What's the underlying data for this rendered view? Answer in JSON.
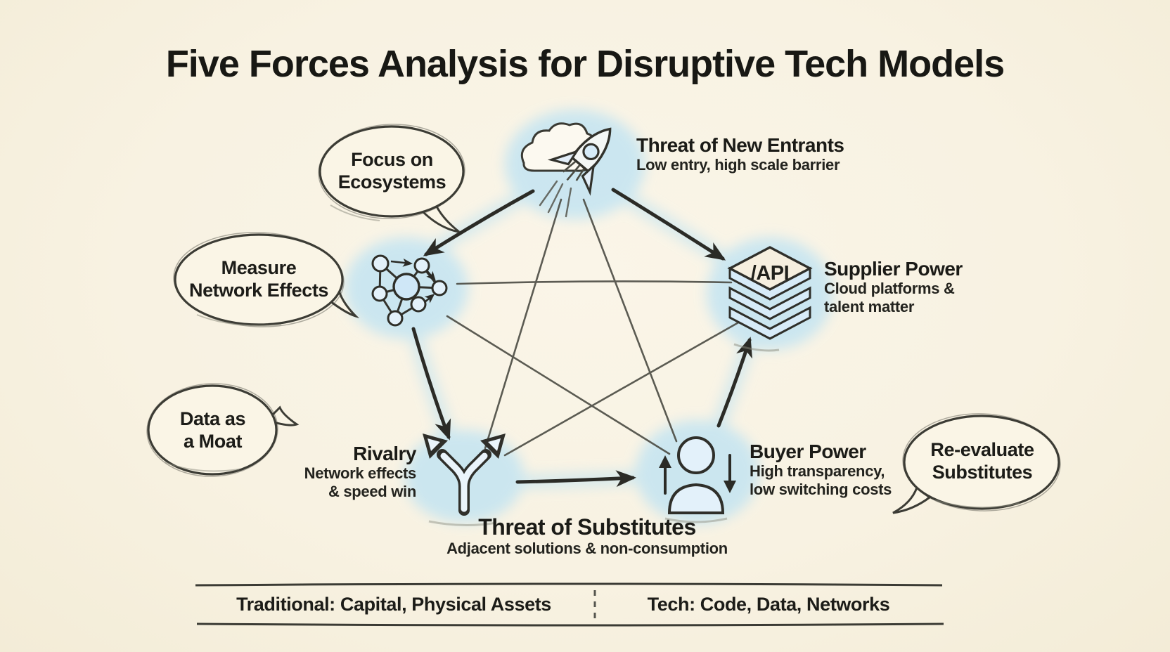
{
  "title": "Five Forces Analysis for Disruptive Tech Models",
  "forces": {
    "new_entrants": {
      "title": "Threat of New Entrants",
      "subtitle": "Low entry, high scale barrier",
      "icon": "rocket-cloud"
    },
    "supplier_power": {
      "title": "Supplier Power",
      "subtitle_line1": "Cloud platforms &",
      "subtitle_line2": "talent matter",
      "icon": "api-stack",
      "icon_label": "/API"
    },
    "buyer_power": {
      "title": "Buyer Power",
      "subtitle_line1": "High transparency,",
      "subtitle_line2": "low switching costs",
      "icon": "person-with-up-down-arrows"
    },
    "rivalry": {
      "title": "Rivalry",
      "subtitle_line1": "Network effects",
      "subtitle_line2": "& speed win",
      "icon": "fork-split-arrow"
    },
    "substitutes": {
      "title": "Threat of Substitutes",
      "subtitle": "Adjacent solutions & non-consumption",
      "icon": "none"
    },
    "network_node_icon": "network-graph"
  },
  "bubbles": {
    "focus_ecosystems": {
      "line1": "Focus on",
      "line2": "Ecosystems"
    },
    "measure_network_effects": {
      "line1": "Measure",
      "line2": "Network Effects"
    },
    "data_as_moat": {
      "line1": "Data as",
      "line2": "a Moat"
    },
    "reevaluate_substitutes": {
      "line1": "Re-evaluate",
      "line2": "Substitutes"
    }
  },
  "footer": {
    "traditional": "Traditional: Capital, Physical Assets",
    "tech": "Tech: Code, Data, Networks"
  },
  "colors": {
    "background": "#f8f2e2",
    "ink": "#2b2b26",
    "pencil": "#52524a",
    "glow_blue": "#b4e0f6",
    "icon_fill": "#d9ecf8",
    "bubble_fill": "#faf5e6"
  }
}
